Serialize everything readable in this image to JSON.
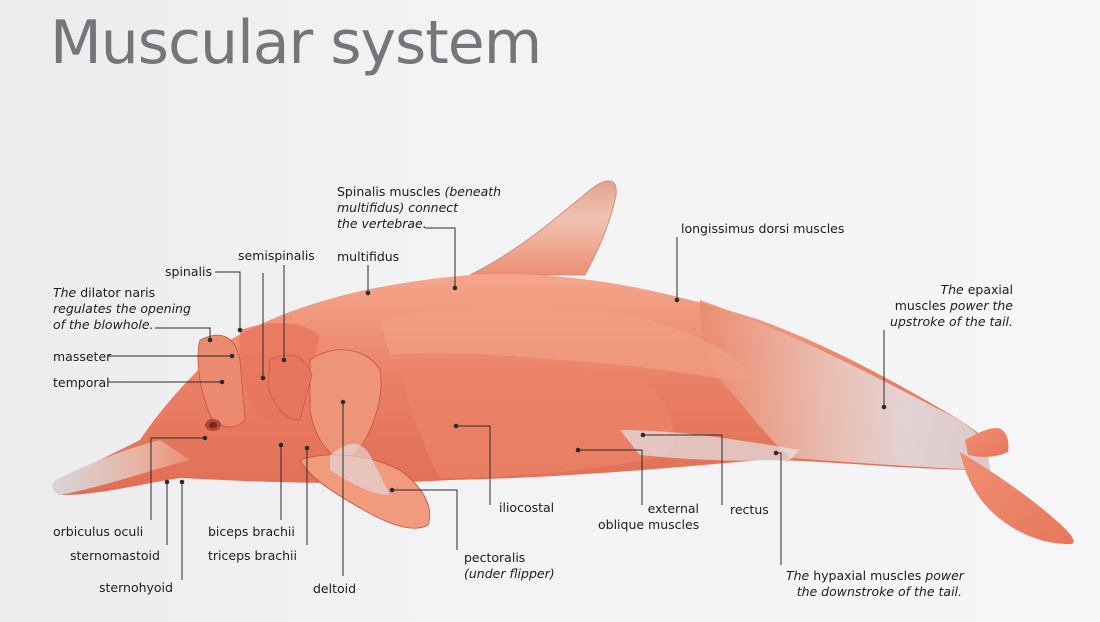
{
  "title": "Muscular system",
  "labels": {
    "spinalis_note": [
      "Spinalis muscles ",
      "(beneath",
      "multifidus) connect",
      "the vertebrae."
    ],
    "longissimus": "longissimus dorsi muscles",
    "semispinalis": "semispinalis",
    "multifidus": "multifidus",
    "spinalis": "spinalis",
    "dilator_note": [
      "The ",
      "dilator naris",
      "regulates the opening",
      "of the blowhole."
    ],
    "masseter": "masseter",
    "temporal": "temporal",
    "epaxial_note": [
      "The ",
      "epaxial",
      "muscles ",
      "power the",
      "upstroke of the tail."
    ],
    "orbiculus": "orbiculus oculi",
    "sternomastoid": "sternomastoid",
    "sternohyoid": "sternohyoid",
    "biceps": "biceps brachii",
    "triceps": "triceps brachii",
    "deltoid": "deltoid",
    "iliocostal": "iliocostal",
    "pectoralis": "pectoralis",
    "pectoralis_sub": "(under flipper)",
    "external_oblique": [
      "external",
      "oblique muscles"
    ],
    "rectus": "rectus",
    "hypaxial_note": [
      "The ",
      "hypaxial muscles",
      " power",
      "the downstroke of the tail."
    ]
  },
  "colors": {
    "muscle_light": "#f2a084",
    "muscle_mid": "#e8765c",
    "muscle_dark": "#c9503d",
    "tendon": "#e4e3e6",
    "leader": "#2b2b2b"
  }
}
